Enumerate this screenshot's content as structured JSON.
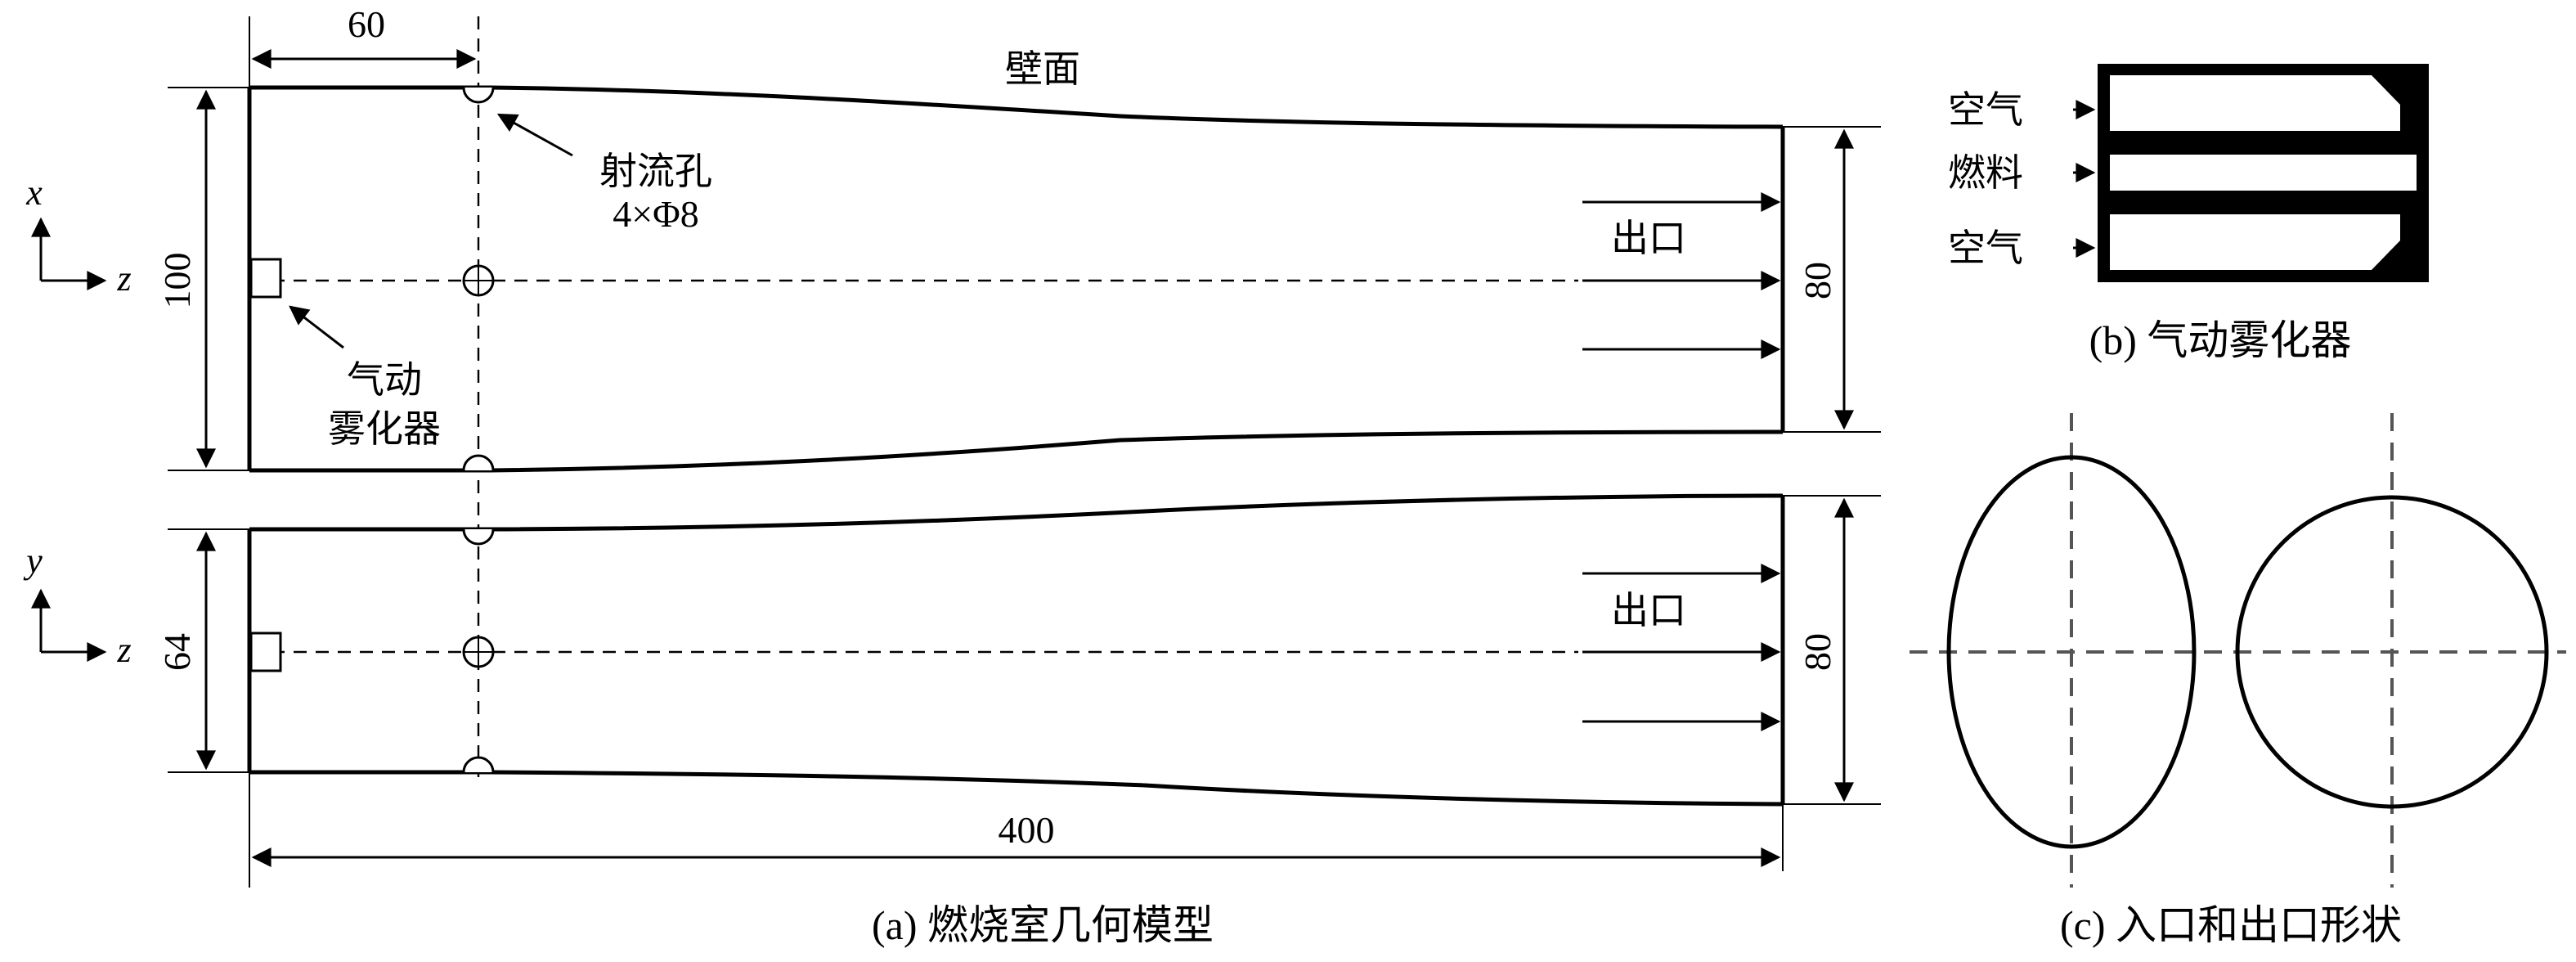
{
  "panel_a": {
    "caption": "(a) 燃烧室几何模型",
    "dim_60": "60",
    "dim_100": "100",
    "dim_80_top": "80",
    "dim_64": "64",
    "dim_80_bottom": "80",
    "dim_400": "400",
    "wall_label": "壁面",
    "jet_hole_label": "射流孔",
    "jet_hole_spec": "4×Φ8",
    "atomizer_label_1": "气动",
    "atomizer_label_2": "雾化器",
    "outlet_label_top": "出口",
    "outlet_label_bottom": "出口",
    "axis_x": "x",
    "axis_y": "y",
    "axis_z_top": "z",
    "axis_z_bottom": "z"
  },
  "panel_b": {
    "caption": "(b) 气动雾化器",
    "air_top": "空气",
    "fuel": "燃料",
    "air_bottom": "空气"
  },
  "panel_c": {
    "caption": "(c) 入口和出口形状"
  }
}
